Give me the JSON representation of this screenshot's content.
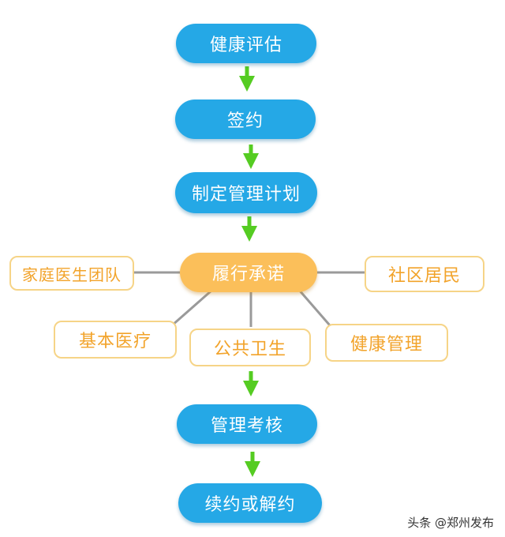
{
  "flow": {
    "step1": "健康评估",
    "step2": "签约",
    "step3": "制定管理计划",
    "step4": "履行承诺",
    "step5": "管理考核",
    "step6": "续约或解约"
  },
  "branches": {
    "family_team": "家庭医生团队",
    "residents": "社区居民",
    "basic_medical": "基本医疗",
    "public_health": "公共卫生",
    "health_management": "健康管理"
  },
  "watermark": "头条 @郑州发布",
  "colors": {
    "blue": "#25a8e6",
    "orange": "#fbbf5a",
    "arrow_green": "#55cc22",
    "connector_gray": "#9a9a9a",
    "outline": "#f6d487",
    "outline_text": "#f2a32a"
  }
}
